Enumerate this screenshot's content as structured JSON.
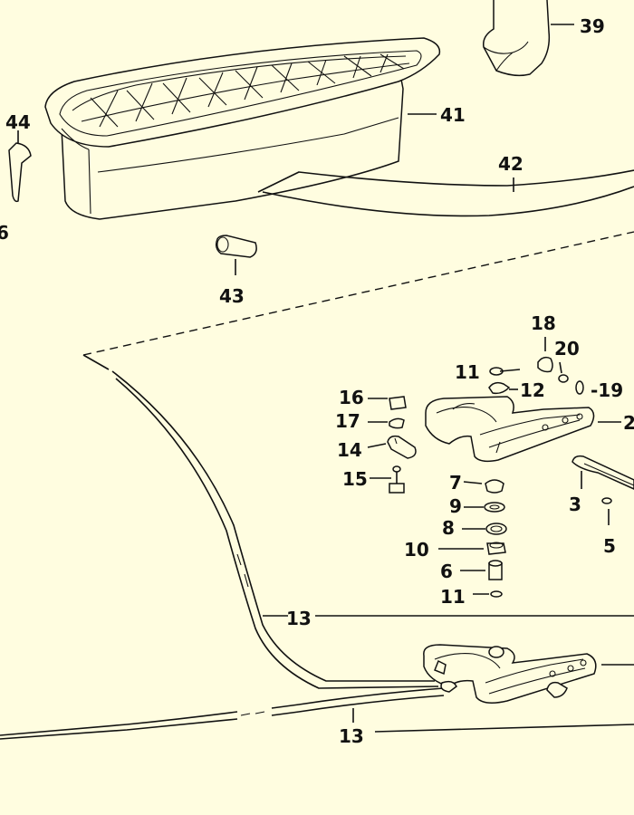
{
  "diagram": {
    "labels": [
      {
        "id": "39",
        "text": "39"
      },
      {
        "id": "44",
        "text": "44"
      },
      {
        "id": "6-left",
        "text": "6"
      },
      {
        "id": "41",
        "text": "41"
      },
      {
        "id": "42",
        "text": "42"
      },
      {
        "id": "43",
        "text": "43"
      },
      {
        "id": "18",
        "text": "18"
      },
      {
        "id": "20",
        "text": "20"
      },
      {
        "id": "11-top",
        "text": "11"
      },
      {
        "id": "12",
        "text": "12"
      },
      {
        "id": "19",
        "text": "-19"
      },
      {
        "id": "2",
        "text": "2"
      },
      {
        "id": "16",
        "text": "16"
      },
      {
        "id": "17",
        "text": "17"
      },
      {
        "id": "14",
        "text": "14"
      },
      {
        "id": "15",
        "text": "15"
      },
      {
        "id": "7",
        "text": "7"
      },
      {
        "id": "9",
        "text": "9"
      },
      {
        "id": "8",
        "text": "8"
      },
      {
        "id": "10",
        "text": "10"
      },
      {
        "id": "6",
        "text": "6"
      },
      {
        "id": "11-bottom",
        "text": "11"
      },
      {
        "id": "3",
        "text": "3"
      },
      {
        "id": "5",
        "text": "5"
      },
      {
        "id": "13-middle",
        "text": "13"
      },
      {
        "id": "13-bottom",
        "text": "13"
      }
    ]
  }
}
